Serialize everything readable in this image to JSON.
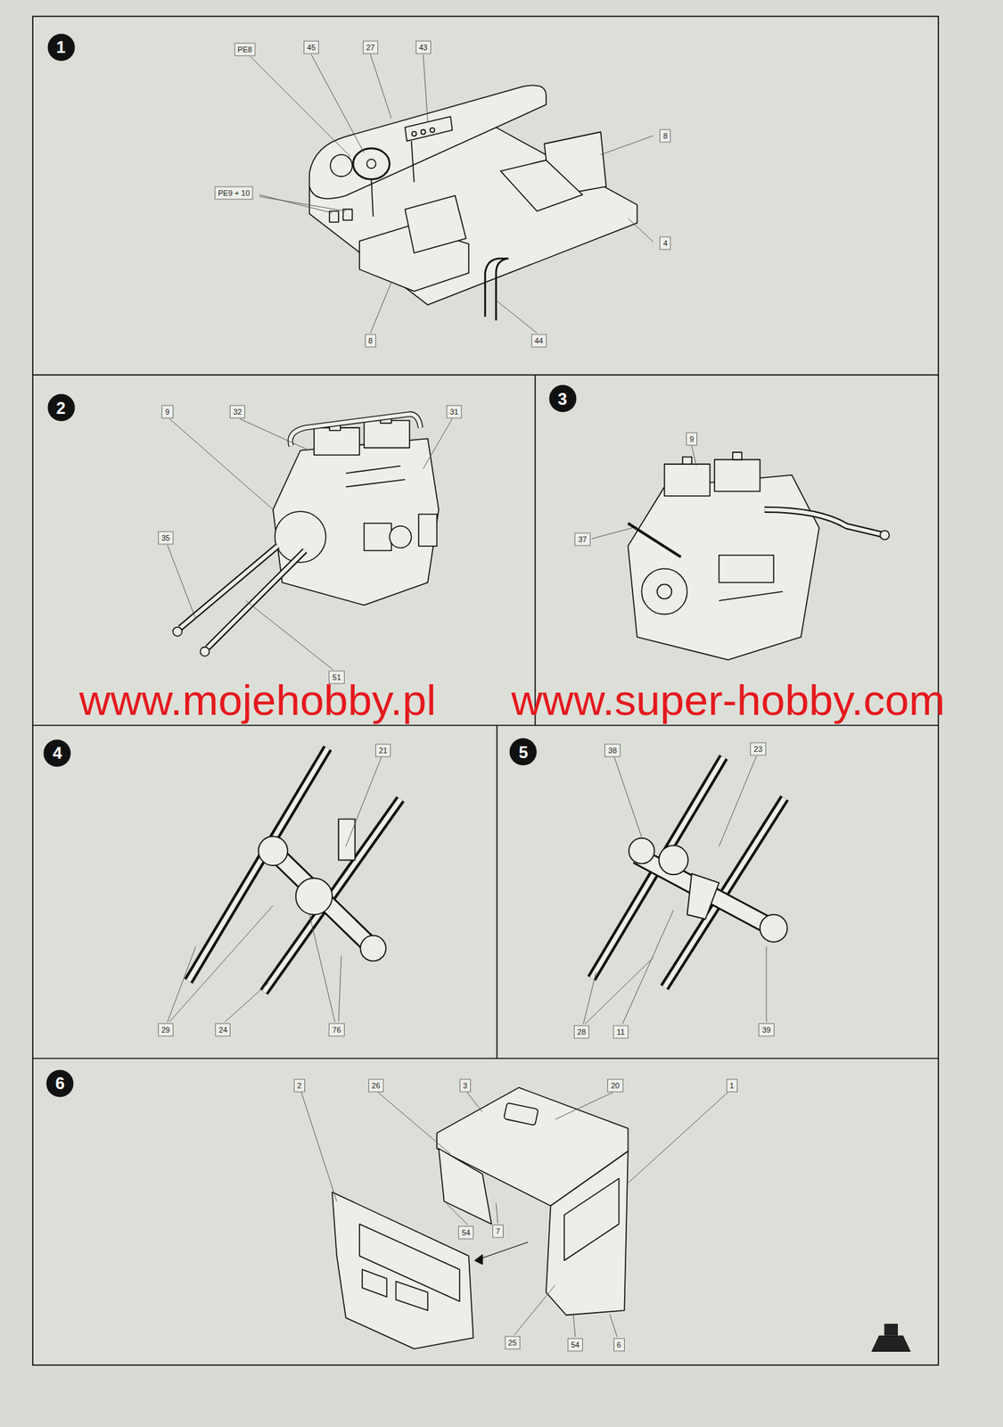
{
  "diagram": {
    "nodes": [
      {
        "text": [
          "1"
        ]
      },
      {
        "text": [
          "PE8"
        ]
      },
      {
        "text": [
          "45"
        ]
      },
      {
        "text": [
          "27"
        ]
      },
      {
        "text": [
          "43"
        ]
      },
      {
        "text": [
          "8"
        ]
      },
      {
        "text": [
          "PE9 + 10"
        ]
      },
      {
        "text": [
          "4"
        ]
      },
      {
        "text": [
          "8"
        ]
      },
      {
        "text": [
          "44"
        ]
      },
      {
        "text": [
          "2"
        ]
      },
      {
        "text": [
          "9"
        ]
      },
      {
        "text": [
          "32"
        ]
      },
      {
        "text": [
          "31"
        ]
      },
      {
        "text": [
          "35"
        ]
      },
      {
        "text": [
          "51"
        ]
      },
      {
        "text": [
          "3"
        ]
      },
      {
        "text": [
          "9"
        ]
      },
      {
        "text": [
          "37"
        ]
      },
      {
        "text": [
          "4"
        ]
      },
      {
        "text": [
          "21"
        ]
      },
      {
        "text": [
          "29"
        ]
      },
      {
        "text": [
          "24"
        ]
      },
      {
        "text": [
          "76"
        ]
      },
      {
        "text": [
          "5"
        ]
      },
      {
        "text": [
          "38"
        ]
      },
      {
        "text": [
          "23"
        ]
      },
      {
        "text": [
          "28"
        ]
      },
      {
        "text": [
          "11"
        ]
      },
      {
        "text": [
          "39"
        ]
      },
      {
        "text": [
          "6"
        ]
      },
      {
        "text": [
          "2"
        ]
      },
      {
        "text": [
          "26"
        ]
      },
      {
        "text": [
          "3"
        ]
      },
      {
        "text": [
          "20"
        ]
      },
      {
        "text": [
          "1"
        ]
      },
      {
        "text": [
          "54"
        ]
      },
      {
        "text": [
          "7"
        ]
      },
      {
        "text": [
          "25"
        ]
      },
      {
        "text": [
          "54"
        ]
      },
      {
        "text": [
          "6"
        ]
      }
    ],
    "labels": [
      "www.mojehobby.pl",
      "www.super-hobby.com"
    ]
  }
}
